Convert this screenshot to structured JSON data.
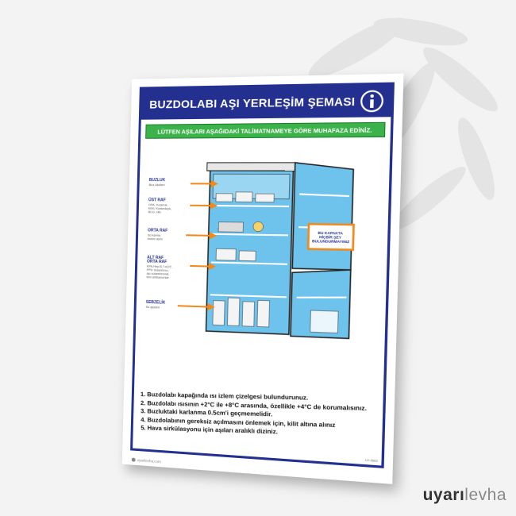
{
  "sign": {
    "title": "BUZDOLABI AŞI YERLEŞİM ŞEMASI",
    "info_icon": "info-icon",
    "subtitle": "LÜTFEN AŞILARI AŞAĞIDAKİ TALİMATNAMEYE GÖRE MUHAFAZA EDİNİZ.",
    "diagram_labels": [
      {
        "title": "BUZLUK",
        "body": "Buz Aküleri"
      },
      {
        "title": "ÜST RAF",
        "body": "OPA, Kızamık, KKK/ Kızamıkçık, BCG, Hib"
      },
      {
        "title": "ORTA RAF",
        "body": "Sü karma kuduz aşısı"
      },
      {
        "title": "ALT RAF ORTA RAF",
        "body": "KPA,Hep.B,T.d,DT, PPD Sulandırıcı, aşı sulandırıcılar, tüm antiserumlar"
      },
      {
        "title": "SEBZELİK",
        "body": "Su şişeleri"
      }
    ],
    "door_note": "BU KAPAKTA HİÇBİR ŞEY BULUNDURMAYINIZ",
    "instructions": [
      "1. Buzdolabı kapağında ısı izlem çizelgesi bulundurunuz.",
      "2. Buzdolabı ısısının +2°C ile +8°C arasında, özellikle +4°C de korumalısınız.",
      "3. Buzluktaki karlanma 0.5cm'i geçmemelidir.",
      "4. Buzdolabının gereksiz açılmasını önlemek için, kilit altına alınız",
      "5. Hava sirkülasyonu için aşıları aralıklı diziniz."
    ],
    "code": "LV-3662",
    "footer_brand": "uyarilevha.com"
  },
  "watermark": {
    "part1": "uyarı",
    "part2": "levha"
  },
  "colors": {
    "frame_blue": "#23308f",
    "subtitle_green": "#3bb34a",
    "arrow_orange": "#f08a1c",
    "fridge_blue": "#6ec3ec"
  }
}
